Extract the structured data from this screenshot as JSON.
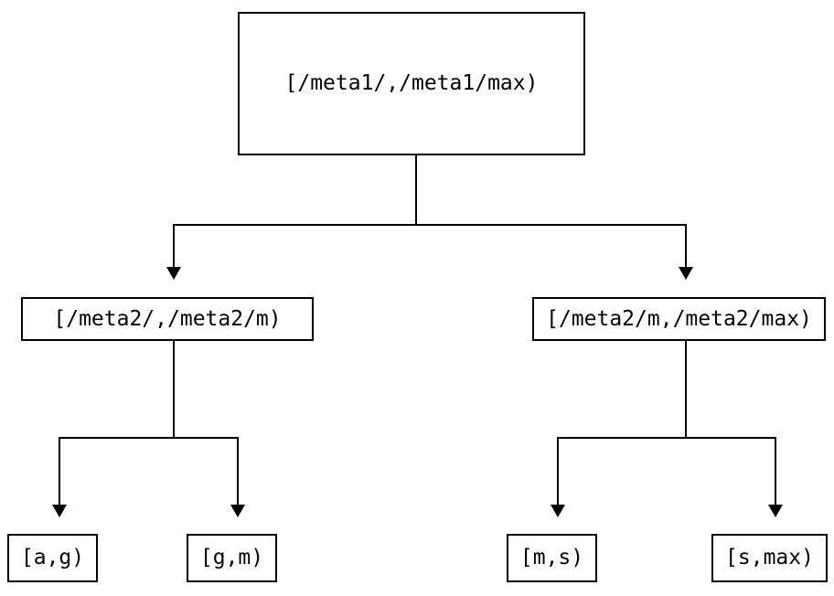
{
  "diagram": {
    "type": "tree",
    "background_color": "#ffffff",
    "line_color": "#000000",
    "node_fill": "#ffffff",
    "node_border_color": "#000000",
    "nodes": {
      "root": {
        "label": "[/meta1/,/meta1/max)"
      },
      "meta2_low": {
        "label": "[/meta2/,/meta2/m)"
      },
      "meta2_high": {
        "label": "[/meta2/m,/meta2/max)"
      },
      "leaf_a_g": {
        "label": "[a,g)"
      },
      "leaf_g_m": {
        "label": "[g,m)"
      },
      "leaf_m_s": {
        "label": "[m,s)"
      },
      "leaf_s_max": {
        "label": "[s,max)"
      }
    },
    "edges": [
      {
        "from": "root",
        "to": "meta2_low"
      },
      {
        "from": "root",
        "to": "meta2_high"
      },
      {
        "from": "meta2_low",
        "to": "leaf_a_g"
      },
      {
        "from": "meta2_low",
        "to": "leaf_g_m"
      },
      {
        "from": "meta2_high",
        "to": "leaf_m_s"
      },
      {
        "from": "meta2_high",
        "to": "leaf_s_max"
      }
    ]
  }
}
